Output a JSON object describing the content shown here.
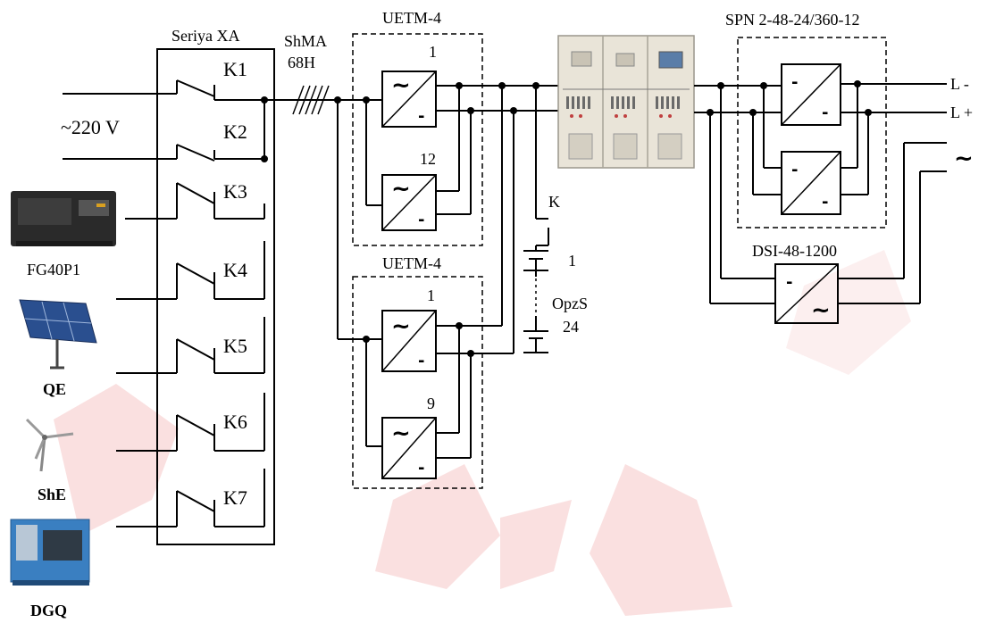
{
  "switchgear": {
    "title": "Seriya XA",
    "contacts": [
      "K1",
      "K2",
      "K3",
      "K4",
      "K5",
      "K6",
      "K7"
    ]
  },
  "cable": {
    "line1": "ShMA",
    "line2": "68H"
  },
  "sources": {
    "grid": "~220 V",
    "generator": "FG40P1",
    "solar": "QE",
    "wind": "ShE",
    "diesel": "DGQ"
  },
  "uetm_top": {
    "title": "UETM-4",
    "first": "1",
    "last": "12"
  },
  "uetm_bottom": {
    "title": "UETM-4",
    "first": "1",
    "last": "9"
  },
  "battery": {
    "switch": "K",
    "first": "1",
    "type": "OpzS",
    "last": "24"
  },
  "spn": {
    "title": "SPN 2-48-24/360-12"
  },
  "dsi": {
    "title": "DSI-48-1200"
  },
  "outputs": {
    "l_minus": "L -",
    "l_plus": "L +",
    "ac": "~"
  },
  "symbols": {
    "ac": "~",
    "dc": "-"
  },
  "colors": {
    "line": "#000000",
    "watermark": "#e8a0a0",
    "solar_panel": "#2a4f8f",
    "diesel_body": "#3a7fc1"
  }
}
